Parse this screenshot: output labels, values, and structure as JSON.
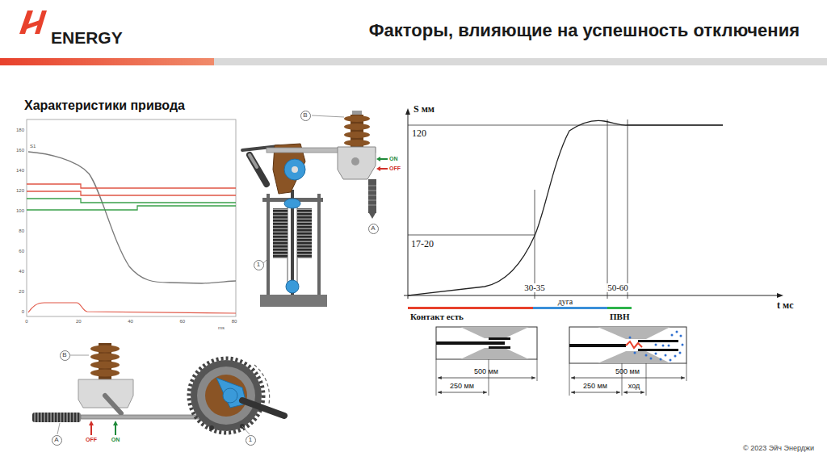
{
  "diagram": {
    "title": "Факторы, влияющие на успешность отключения",
    "nodes": [
      {
        "text": [
          "B"
        ]
      },
      {
        "text": [
          "A"
        ]
      },
      {
        "text": [
          "1"
        ]
      },
      {
        "text": [
          "B"
        ]
      },
      {
        "text": [
          "A"
        ]
      },
      {
        "text": [
          "1"
        ]
      }
    ],
    "labels": [
      "ENERGY",
      "Характеристики привода",
      "180",
      "160",
      "140",
      "120",
      "100",
      "80",
      "60",
      "40",
      "20",
      "0",
      "0",
      "20",
      "40",
      "60",
      "80",
      "ms",
      "S1",
      "ON",
      "OFF",
      "OFF",
      "ON",
      "S мм",
      "120",
      "17-20",
      "30-35",
      "50-60",
      "t мс",
      "дуга",
      "Контакт есть",
      "ПВН",
      "500 мм",
      "250 мм",
      "500 мм",
      "250 мм",
      "ход",
      "© 2023 Эйч Энерджи"
    ]
  }
}
